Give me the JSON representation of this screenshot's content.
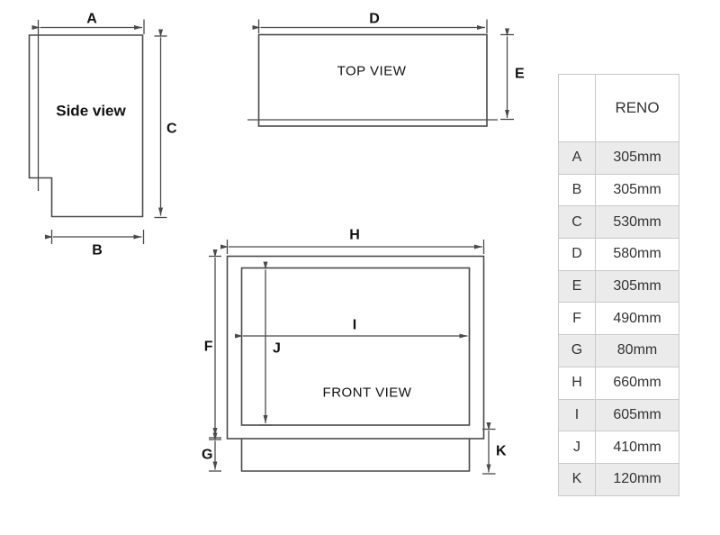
{
  "diagram": {
    "line_color": "#4a4a4a",
    "label_color": "#111111",
    "views": {
      "side": {
        "label": "Side view"
      },
      "top": {
        "label": "TOP VIEW"
      },
      "front": {
        "label": "FRONT VIEW"
      }
    },
    "dim_letters": {
      "a": "A",
      "b": "B",
      "c": "C",
      "d": "D",
      "e": "E",
      "f": "F",
      "g": "G",
      "h": "H",
      "i": "I",
      "j": "J",
      "k": "K"
    }
  },
  "table": {
    "stripe_color": "#ebebeb",
    "border_color": "#c9c9c9",
    "text_color": "#333333",
    "header": {
      "spec_col": "",
      "model_col": "RENO"
    },
    "rows": [
      {
        "dim": "A",
        "value": "305mm"
      },
      {
        "dim": "B",
        "value": "305mm"
      },
      {
        "dim": "C",
        "value": "530mm"
      },
      {
        "dim": "D",
        "value": "580mm"
      },
      {
        "dim": "E",
        "value": "305mm"
      },
      {
        "dim": "F",
        "value": "490mm"
      },
      {
        "dim": "G",
        "value": "80mm"
      },
      {
        "dim": "H",
        "value": "660mm"
      },
      {
        "dim": "I",
        "value": "605mm"
      },
      {
        "dim": "J",
        "value": "410mm"
      },
      {
        "dim": "K",
        "value": "120mm"
      }
    ]
  }
}
